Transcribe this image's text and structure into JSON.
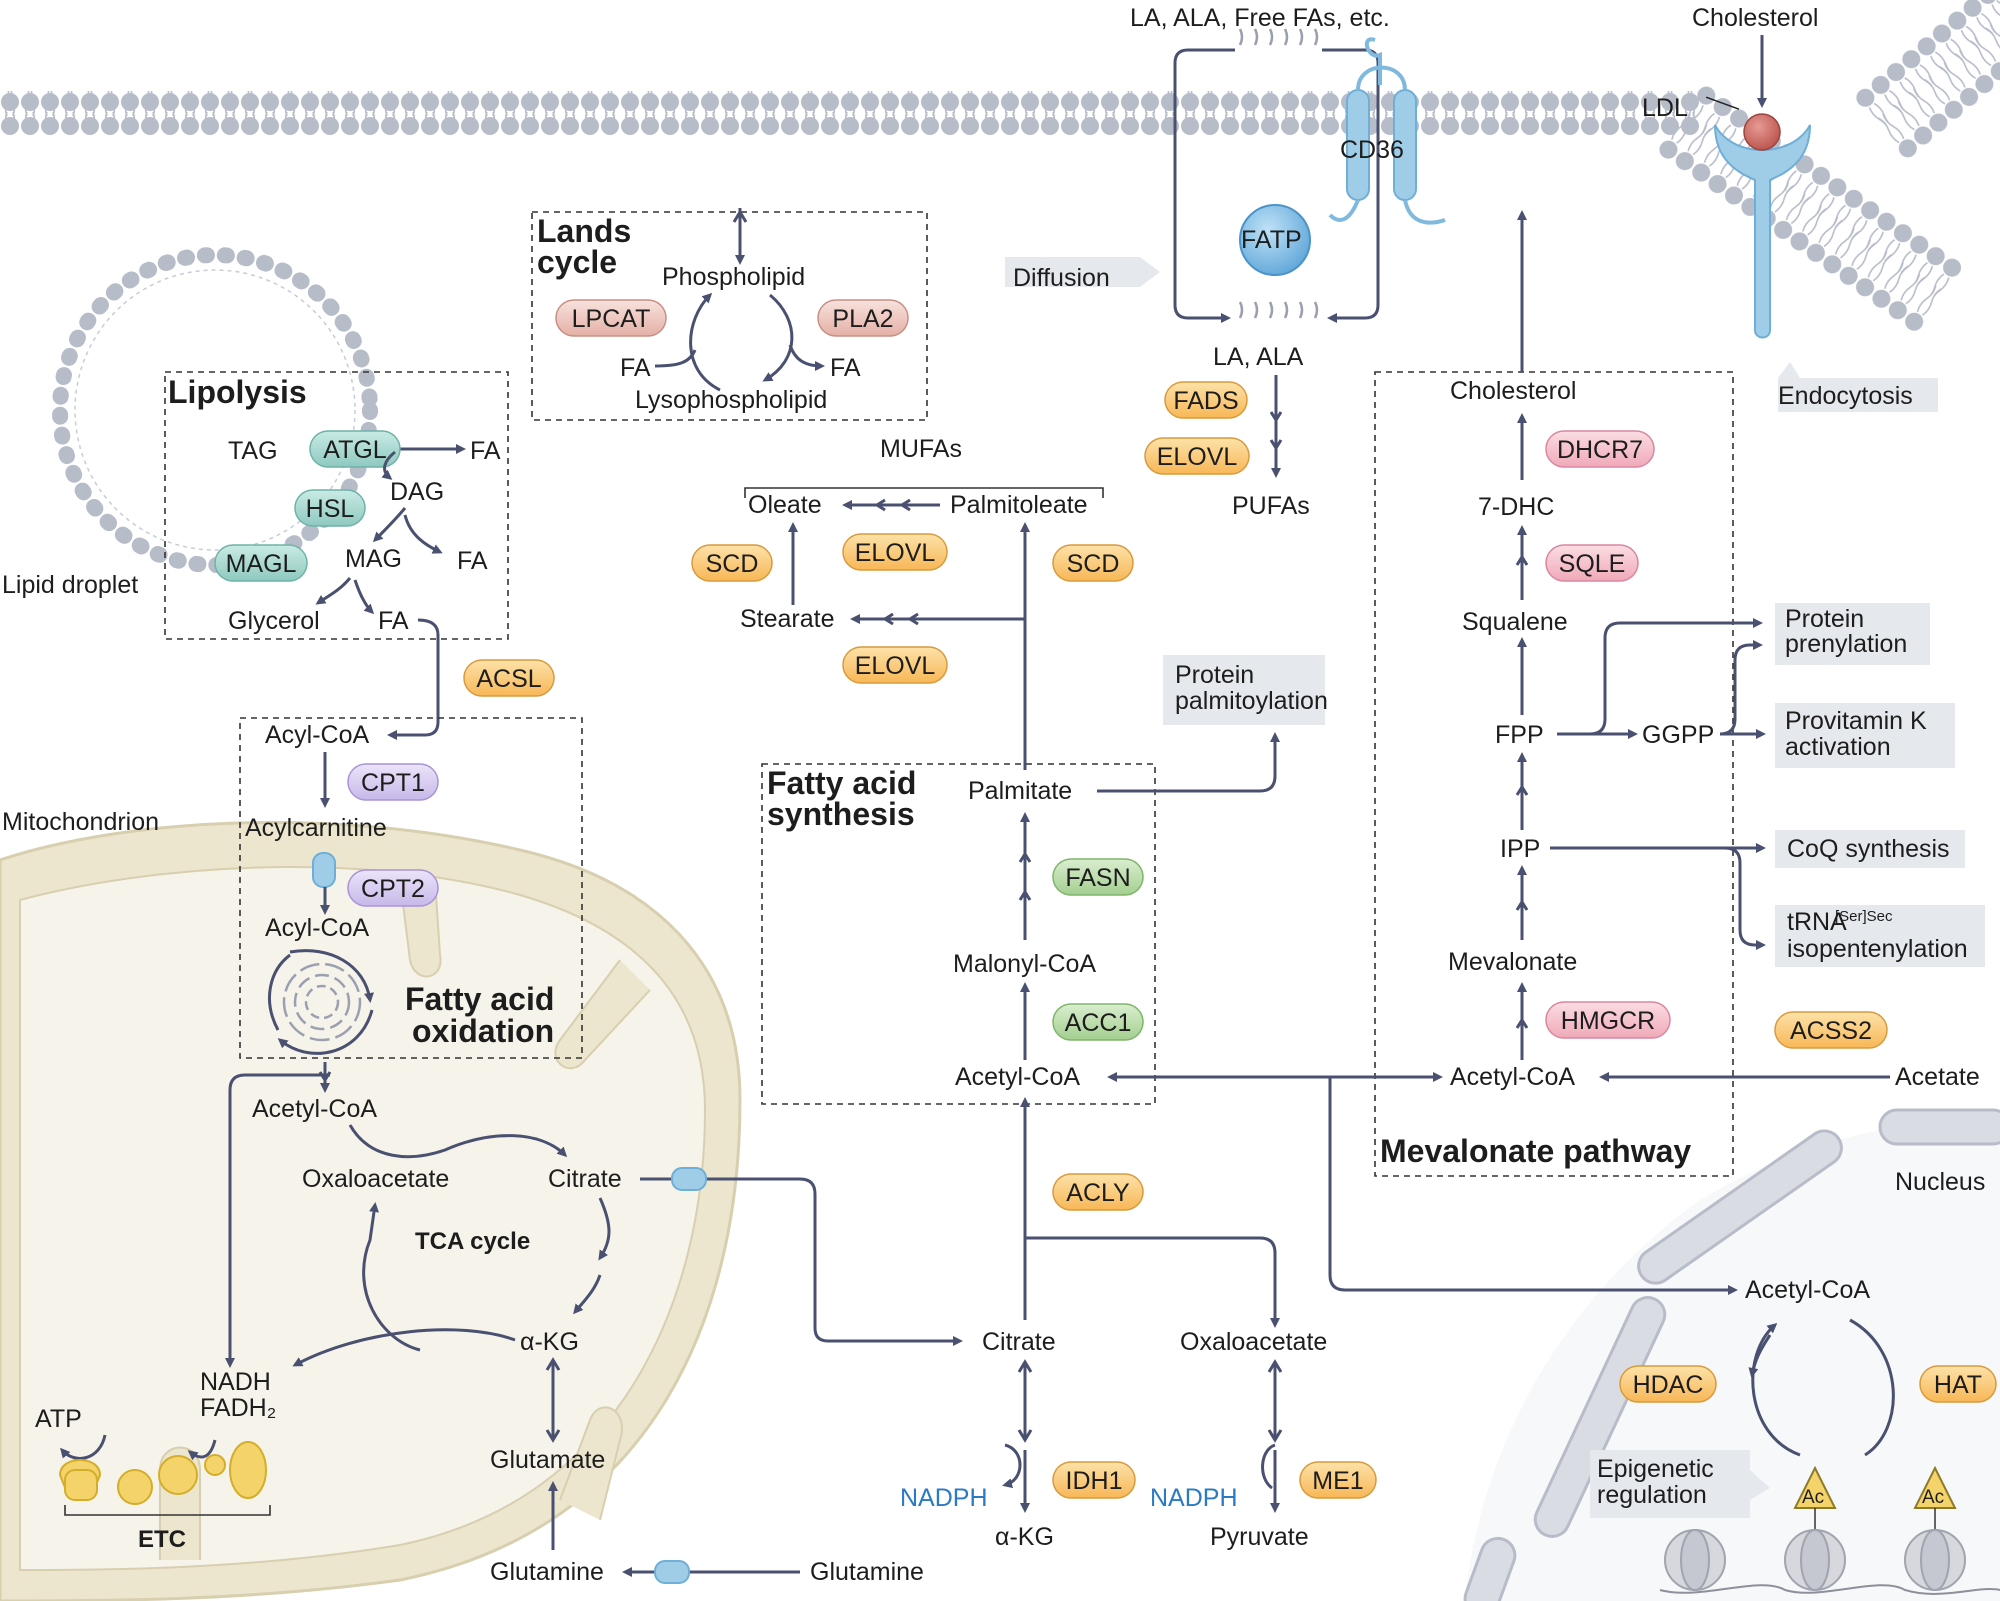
{
  "labels": {
    "la_ala_free": "LA, ALA, Free FAs, etc.",
    "cholesterol_top": "Cholesterol",
    "ldl": "LDL",
    "cd36": "CD36",
    "fatp": "FATP",
    "diffusion": "Diffusion",
    "la_ala": "LA, ALA",
    "fads": "FADS",
    "elovl_pufa": "ELOVL",
    "pufas": "PUFAs",
    "endocytosis": "Endocytosis",
    "lands_title_1": "Lands",
    "lands_title_2": "cycle",
    "phospholipid": "Phospholipid",
    "lpcat": "LPCAT",
    "pla2": "PLA2",
    "fa_lands_left": "FA",
    "fa_lands_right": "FA",
    "lysophospholipid": "Lysophospholipid",
    "lipolysis_title": "Lipolysis",
    "tag": "TAG",
    "atgl": "ATGL",
    "fa_1": "FA",
    "hsl": "HSL",
    "dag": "DAG",
    "magl": "MAGL",
    "mag": "MAG",
    "fa_2": "FA",
    "glycerol": "Glycerol",
    "fa_3": "FA",
    "lipid_droplet": "Lipid droplet",
    "acsl": "ACSL",
    "acyl_coa_1": "Acyl-CoA",
    "cpt1": "CPT1",
    "mitochondrion": "Mitochondrion",
    "acylcarnitine": "Acylcarnitine",
    "cpt2": "CPT2",
    "acyl_coa_2": "Acyl-CoA",
    "fao_title_1": "Fatty acid",
    "fao_title_2": "oxidation",
    "acetyl_coa_mito": "Acetyl-CoA",
    "oxaloacetate_mito": "Oxaloacetate",
    "citrate_mito": "Citrate",
    "tca_cycle": "TCA cycle",
    "akg_mito": "α-KG",
    "nadh": "NADH",
    "fadh2": "FADH₂",
    "atp": "ATP",
    "etc": "ETC",
    "glutamate": "Glutamate",
    "glutamine_in": "Glutamine",
    "glutamine_out": "Glutamine",
    "mufas": "MUFAs",
    "oleate": "Oleate",
    "palmitoleate": "Palmitoleate",
    "scd_left": "SCD",
    "elovl_top": "ELOVL",
    "scd_right": "SCD",
    "stearate": "Stearate",
    "elovl_bottom": "ELOVL",
    "fas_title_1": "Fatty acid",
    "fas_title_2": "synthesis",
    "palmitate": "Palmitate",
    "fasn": "FASN",
    "malonyl_coa": "Malonyl-CoA",
    "acc1": "ACC1",
    "acetyl_coa_cyto": "Acetyl-CoA",
    "acly": "ACLY",
    "citrate_cyto": "Citrate",
    "oxaloacetate_cyto": "Oxaloacetate",
    "nadph_1": "NADPH",
    "idh1": "IDH1",
    "akg_cyto": "α-KG",
    "nadph_2": "NADPH",
    "me1": "ME1",
    "pyruvate": "Pyruvate",
    "protein_palm_1": "Protein",
    "protein_palm_2": "palmitoylation",
    "cholesterol_mev": "Cholesterol",
    "dhcr7": "DHCR7",
    "seven_dhc": "7-DHC",
    "sqle": "SQLE",
    "squalene": "Squalene",
    "fpp": "FPP",
    "ggpp": "GGPP",
    "ipp": "IPP",
    "mevalonate": "Mevalonate",
    "hmgcr": "HMGCR",
    "acetyl_coa_mev": "Acetyl-CoA",
    "mev_title": "Mevalonate pathway",
    "prenyl_1": "Protein",
    "prenyl_2": "prenylation",
    "provitk_1": "Provitamin K",
    "provitk_2": "activation",
    "coq": "CoQ synthesis",
    "trna_1": "tRNA",
    "trna_sup": "[Ser]Sec",
    "trna_2": "isopentenylation",
    "acss2": "ACSS2",
    "acetate": "Acetate",
    "nucleus": "Nucleus",
    "acetyl_coa_nuc": "Acetyl-CoA",
    "hdac": "HDAC",
    "hat": "HAT",
    "epi_1": "Epigenetic",
    "epi_2": "regulation",
    "ac_1": "Ac",
    "ac_2": "Ac"
  },
  "colors": {
    "arrow": "#4a5070",
    "membrane_head": "#b7bcc9",
    "mito_fill": "#ede6cf",
    "pill_orange": "#f9c77a",
    "pill_green_teal": "#a6d6cf",
    "pill_purple": "#d8cdf0",
    "pill_pink": "#f6c1cc",
    "pill_salmon": "#f0c8c1",
    "pill_green": "#b9dba8",
    "receptor_blue": "#9fcde8",
    "nadph_blue": "#2a7bc4"
  }
}
